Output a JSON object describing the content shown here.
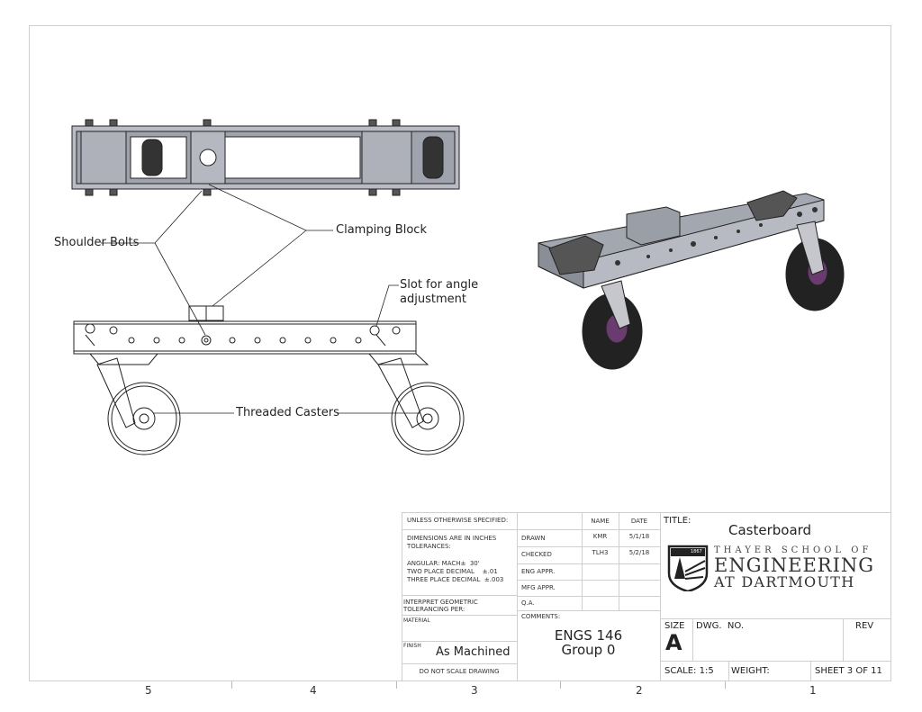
{
  "callouts": {
    "shoulder_bolts": "Shoulder Bolts",
    "clamping_block": "Clamping Block",
    "slot_line1": "Slot for angle",
    "slot_line2": "adjustment",
    "threaded_casters": "Threaded Casters"
  },
  "zones": [
    "5",
    "4",
    "3",
    "2",
    "1"
  ],
  "title_block": {
    "unless": "UNLESS OTHERWISE SPECIFIED:",
    "dims1": "DIMENSIONS ARE IN INCHES",
    "dims2": "TOLERANCES:",
    "angular": "ANGULAR: MACH±  30'",
    "two_place": "TWO PLACE DECIMAL    ±.01",
    "three_place": "THREE PLACE DECIMAL  ±.003",
    "interpret1": "INTERPRET GEOMETRIC",
    "interpret2": "TOLERANCING PER:",
    "material": "MATERIAL",
    "finish_label": "FINISH",
    "finish_value": "As Machined",
    "do_not_scale": "DO NOT SCALE DRAWING",
    "name_header": "NAME",
    "date_header": "DATE",
    "rows": [
      {
        "label": "DRAWN",
        "name": "KMR",
        "date": "5/1/18"
      },
      {
        "label": "CHECKED",
        "name": "TLH3",
        "date": "5/2/18"
      },
      {
        "label": "ENG APPR.",
        "name": "",
        "date": ""
      },
      {
        "label": "MFG APPR.",
        "name": "",
        "date": ""
      },
      {
        "label": "Q.A.",
        "name": "",
        "date": ""
      }
    ],
    "comments_label": "COMMENTS:",
    "comments_line1": "ENGS 146",
    "comments_line2": "Group 0",
    "title_label": "TITLE:",
    "title_value": "Casterboard",
    "logo_line1": "THAYER SCHOOL OF",
    "logo_line2": "ENGINEERING",
    "logo_line3": "AT DARTMOUTH",
    "logo_year": "1867",
    "size_label": "SIZE",
    "size_value": "A",
    "dwg_no_label": "DWG.  NO.",
    "rev_label": "REV",
    "scale": "SCALE: 1:5",
    "weight": "WEIGHT:",
    "sheet": "SHEET 3 OF 11"
  }
}
